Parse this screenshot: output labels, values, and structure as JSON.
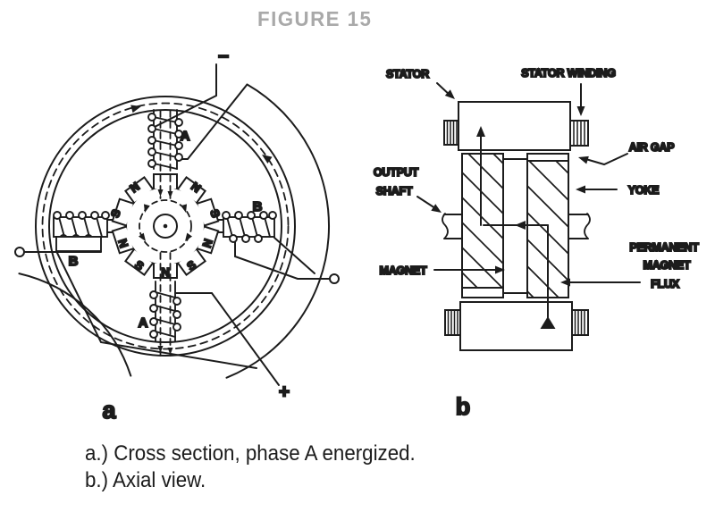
{
  "figure_title": "FIGURE 15",
  "caption": {
    "line_a": "a.) Cross section, phase A energized.",
    "line_b": "b.) Axial view."
  },
  "diagram_a": {
    "sublabel": "a",
    "terminal_minus": "−",
    "terminal_plus": "+",
    "coil_top": "A",
    "coil_bottom": "A",
    "coil_left": "B",
    "coil_right": "B",
    "poles": [
      {
        "pos": "upper-right",
        "t": "N"
      },
      {
        "pos": "right-upper",
        "t": "S"
      },
      {
        "pos": "right-lower",
        "t": "N"
      },
      {
        "pos": "lower-right",
        "t": "S"
      },
      {
        "pos": "bottom",
        "t": "N"
      },
      {
        "pos": "lower-left",
        "t": "S"
      },
      {
        "pos": "left-lower",
        "t": "N"
      },
      {
        "pos": "left-upper",
        "t": "S"
      },
      {
        "pos": "upper-left",
        "t": "N"
      }
    ]
  },
  "diagram_b": {
    "sublabel": "b",
    "callout_stator": "STATOR",
    "callout_stator_winding": "STATOR WINDING",
    "callout_air_gap": "AIR GAP",
    "callout_output_shaft_1": "OUTPUT",
    "callout_output_shaft_2": "SHAFT",
    "callout_yoke": "YOKE",
    "callout_magnet": "MAGNET",
    "callout_pm_flux_1": "PERMANENT",
    "callout_pm_flux_2": "MAGNET",
    "callout_pm_flux_3": "FLUX"
  },
  "colors": {
    "ink": "#1c1c1c",
    "title_gray": "#a9a9a9",
    "background": "#ffffff"
  }
}
